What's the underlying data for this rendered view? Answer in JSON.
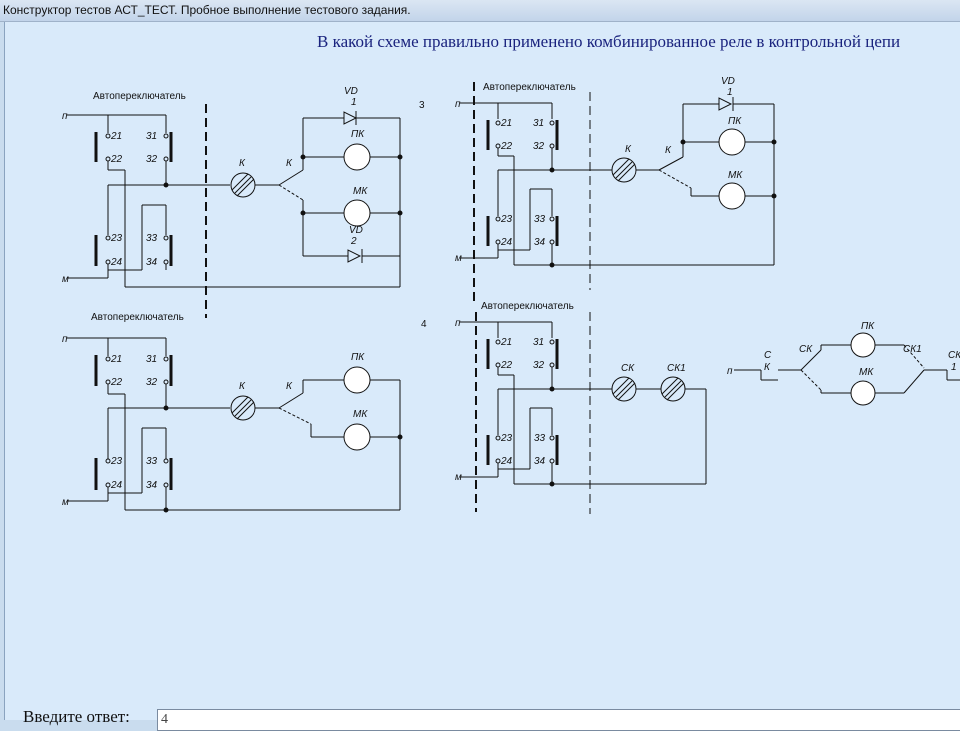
{
  "window": {
    "title": "Конструктор тестов АСТ_ТЕСТ. Пробное выполнение тестового задания."
  },
  "question": {
    "text": "В какой схеме правильно применено комбинированное реле в контрольной цепи"
  },
  "answer": {
    "label": "Введите ответ:",
    "value": "4"
  },
  "schemes": {
    "header": "Автопереключатель",
    "num3": "3",
    "num4": "4",
    "bus_p": "п",
    "bus_m": "м",
    "c21": "21",
    "c22": "22",
    "c23": "23",
    "c24": "24",
    "c31": "31",
    "c32": "32",
    "c33": "33",
    "c34": "34",
    "k": "К",
    "pk": "ПК",
    "mk": "МК",
    "vd1": "VD",
    "vd1n": "1",
    "vd2": "VD",
    "vd2n": "2",
    "sk": "СК",
    "sk1": "СК1",
    "sk_c": "С",
    "sk_k": "К",
    "sk1_c": "СК",
    "sk1_n": "1"
  }
}
